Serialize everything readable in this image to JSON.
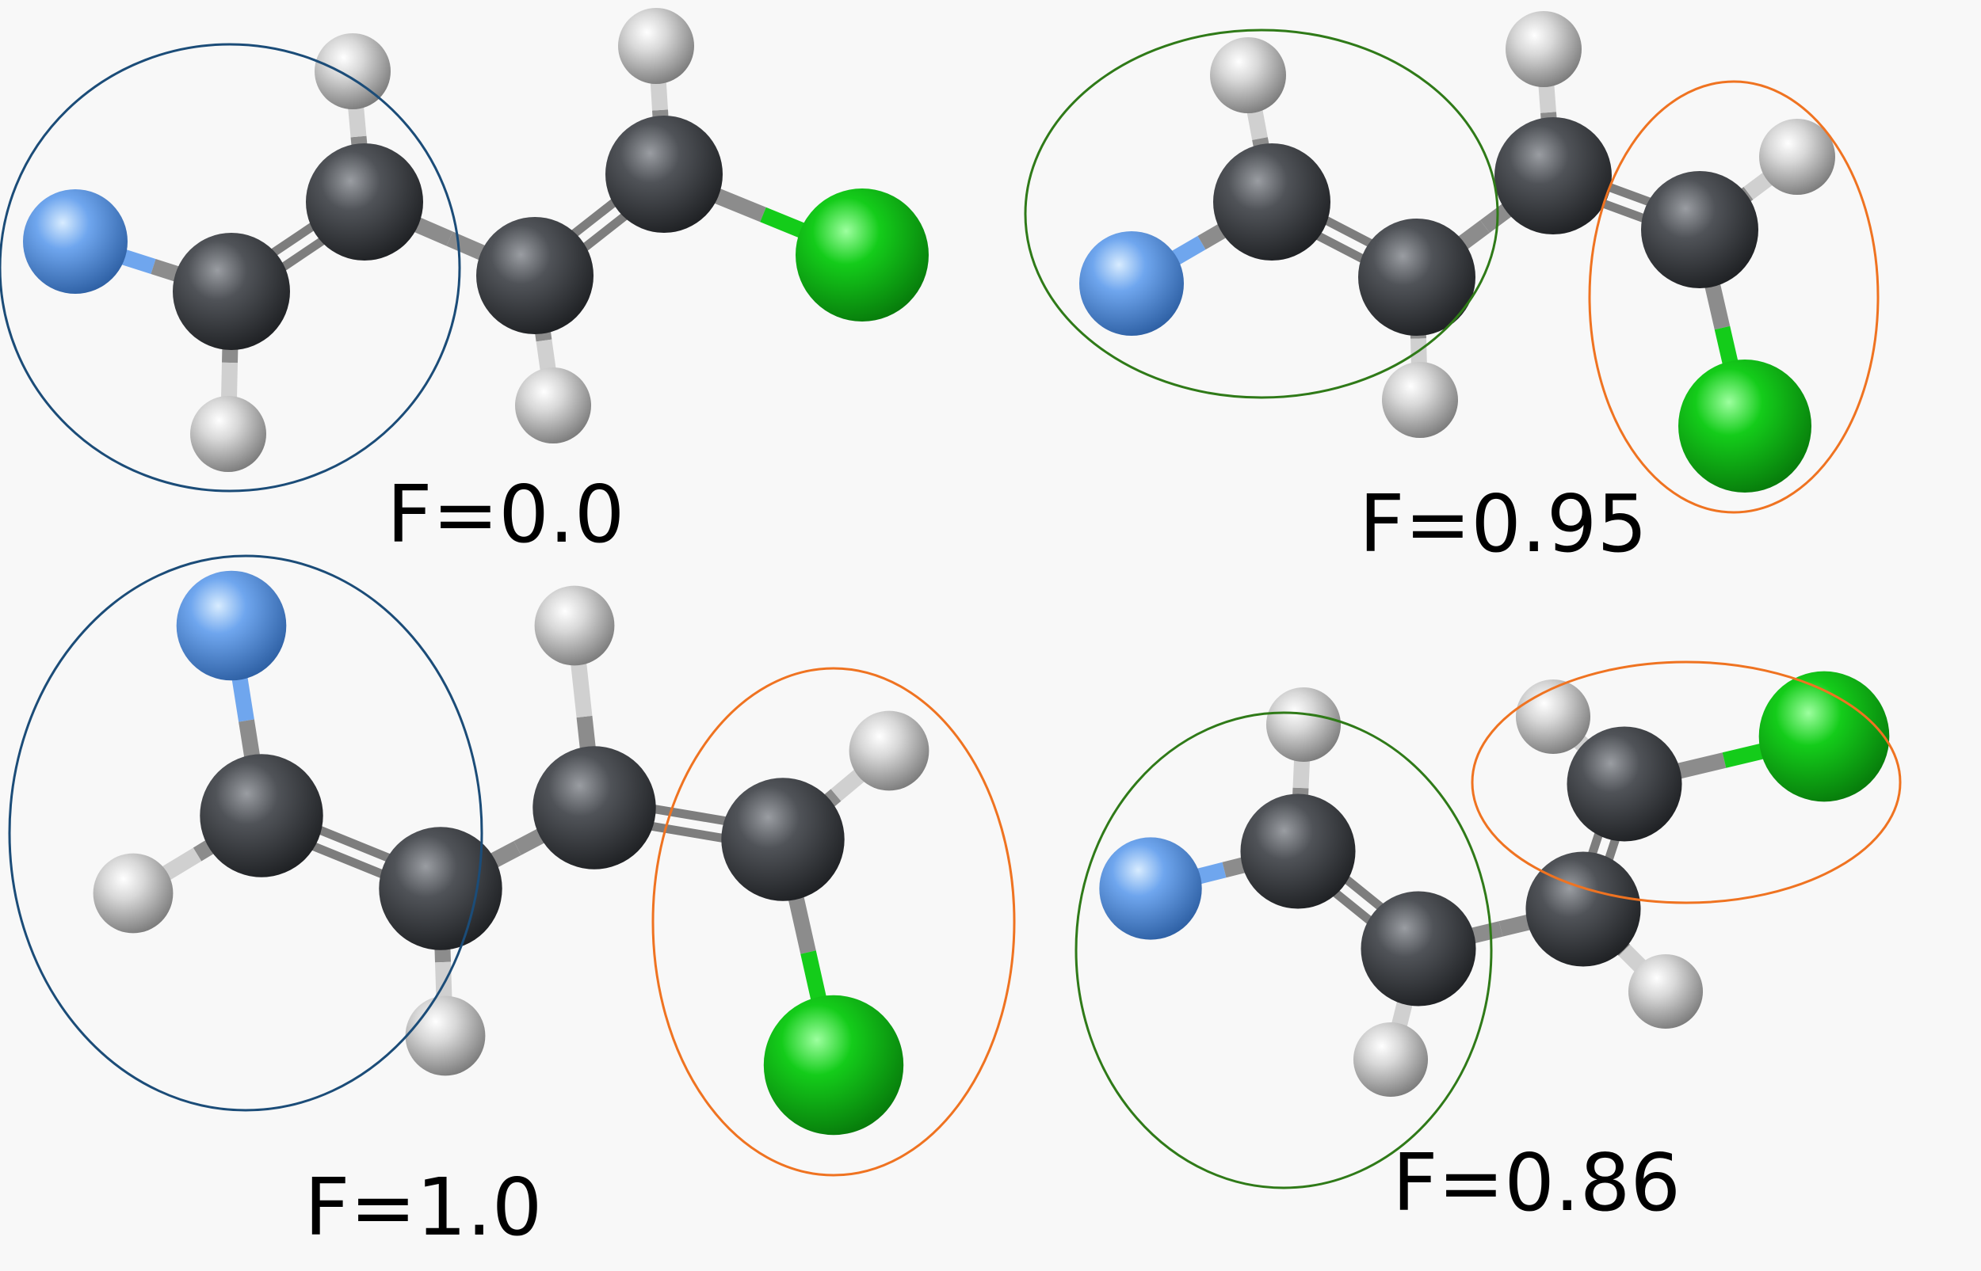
{
  "colors": {
    "background": "#f8f8f8",
    "carbon": "#505358",
    "hydrogen": "#d8d8d8",
    "nitrogen": "#6fa6ee",
    "chlorine": "#14cc1a",
    "bond": "#8c8c8c",
    "circle_blue": "#1b4c78",
    "circle_green": "#2f7a18",
    "circle_orange": "#ef7321"
  },
  "panels": [
    {
      "id": "panel-f-0-0",
      "label": "F=0.0",
      "atoms": [
        {
          "el": "N",
          "id": "n1"
        },
        {
          "el": "C",
          "id": "c1"
        },
        {
          "el": "H",
          "id": "h1"
        },
        {
          "el": "C",
          "id": "c2"
        },
        {
          "el": "H",
          "id": "h2"
        },
        {
          "el": "C",
          "id": "c3"
        },
        {
          "el": "H",
          "id": "h3"
        },
        {
          "el": "C",
          "id": "c4"
        },
        {
          "el": "H",
          "id": "h4"
        },
        {
          "el": "Cl",
          "id": "cl1"
        }
      ],
      "bonds": [
        [
          "n1",
          "c1",
          1
        ],
        [
          "c1",
          "h1",
          1
        ],
        [
          "c1",
          "c2",
          2
        ],
        [
          "c2",
          "h2",
          1
        ],
        [
          "c2",
          "c3",
          1
        ],
        [
          "c3",
          "h3",
          1
        ],
        [
          "c3",
          "c4",
          2
        ],
        [
          "c4",
          "h4",
          1
        ],
        [
          "c4",
          "cl1",
          1
        ]
      ],
      "groups": [
        {
          "color": "blue"
        }
      ]
    },
    {
      "id": "panel-f-0-95",
      "label": "F=0.95",
      "atoms": [
        {
          "el": "N",
          "id": "n1"
        },
        {
          "el": "C",
          "id": "c1"
        },
        {
          "el": "H",
          "id": "h1"
        },
        {
          "el": "C",
          "id": "c2"
        },
        {
          "el": "H",
          "id": "h2"
        },
        {
          "el": "C",
          "id": "c3"
        },
        {
          "el": "H",
          "id": "h3"
        },
        {
          "el": "C",
          "id": "c4"
        },
        {
          "el": "H",
          "id": "h4"
        },
        {
          "el": "Cl",
          "id": "cl1"
        }
      ],
      "bonds": [
        [
          "n1",
          "c1",
          1
        ],
        [
          "c1",
          "h1",
          1
        ],
        [
          "c1",
          "c2",
          2
        ],
        [
          "c2",
          "h2",
          1
        ],
        [
          "c2",
          "c3",
          1
        ],
        [
          "c3",
          "h3",
          1
        ],
        [
          "c3",
          "c4",
          2
        ],
        [
          "c4",
          "h4",
          1
        ],
        [
          "c4",
          "cl1",
          1
        ]
      ],
      "groups": [
        {
          "color": "green"
        },
        {
          "color": "orange"
        }
      ]
    },
    {
      "id": "panel-f-1-0",
      "label": "F=1.0",
      "atoms": [
        {
          "el": "N",
          "id": "n1"
        },
        {
          "el": "C",
          "id": "c1"
        },
        {
          "el": "H",
          "id": "h1"
        },
        {
          "el": "C",
          "id": "c2"
        },
        {
          "el": "H",
          "id": "h2"
        },
        {
          "el": "C",
          "id": "c3"
        },
        {
          "el": "H",
          "id": "h3"
        },
        {
          "el": "C",
          "id": "c4"
        },
        {
          "el": "H",
          "id": "h4"
        },
        {
          "el": "Cl",
          "id": "cl1"
        }
      ],
      "bonds": [
        [
          "n1",
          "c1",
          1
        ],
        [
          "c1",
          "h1",
          1
        ],
        [
          "c1",
          "c2",
          2
        ],
        [
          "c2",
          "h2",
          1
        ],
        [
          "c2",
          "c3",
          1
        ],
        [
          "c3",
          "h3",
          1
        ],
        [
          "c3",
          "c4",
          2
        ],
        [
          "c4",
          "h4",
          1
        ],
        [
          "c4",
          "cl1",
          1
        ]
      ],
      "groups": [
        {
          "color": "blue"
        },
        {
          "color": "orange"
        }
      ]
    },
    {
      "id": "panel-f-0-86",
      "label": "F=0.86",
      "atoms": [
        {
          "el": "N",
          "id": "n1"
        },
        {
          "el": "C",
          "id": "c1"
        },
        {
          "el": "H",
          "id": "h1"
        },
        {
          "el": "C",
          "id": "c2"
        },
        {
          "el": "H",
          "id": "h2"
        },
        {
          "el": "C",
          "id": "c3"
        },
        {
          "el": "H",
          "id": "h3"
        },
        {
          "el": "C",
          "id": "c4"
        },
        {
          "el": "H",
          "id": "h4"
        },
        {
          "el": "Cl",
          "id": "cl1"
        }
      ],
      "bonds": [
        [
          "n1",
          "c1",
          1
        ],
        [
          "c1",
          "h1",
          1
        ],
        [
          "c1",
          "c2",
          2
        ],
        [
          "c2",
          "h2",
          1
        ],
        [
          "c2",
          "c3",
          1
        ],
        [
          "c3",
          "h3",
          1
        ],
        [
          "c3",
          "c4",
          2
        ],
        [
          "c4",
          "h4",
          1
        ],
        [
          "c4",
          "cl1",
          1
        ]
      ],
      "groups": [
        {
          "color": "green"
        },
        {
          "color": "orange"
        }
      ]
    }
  ]
}
